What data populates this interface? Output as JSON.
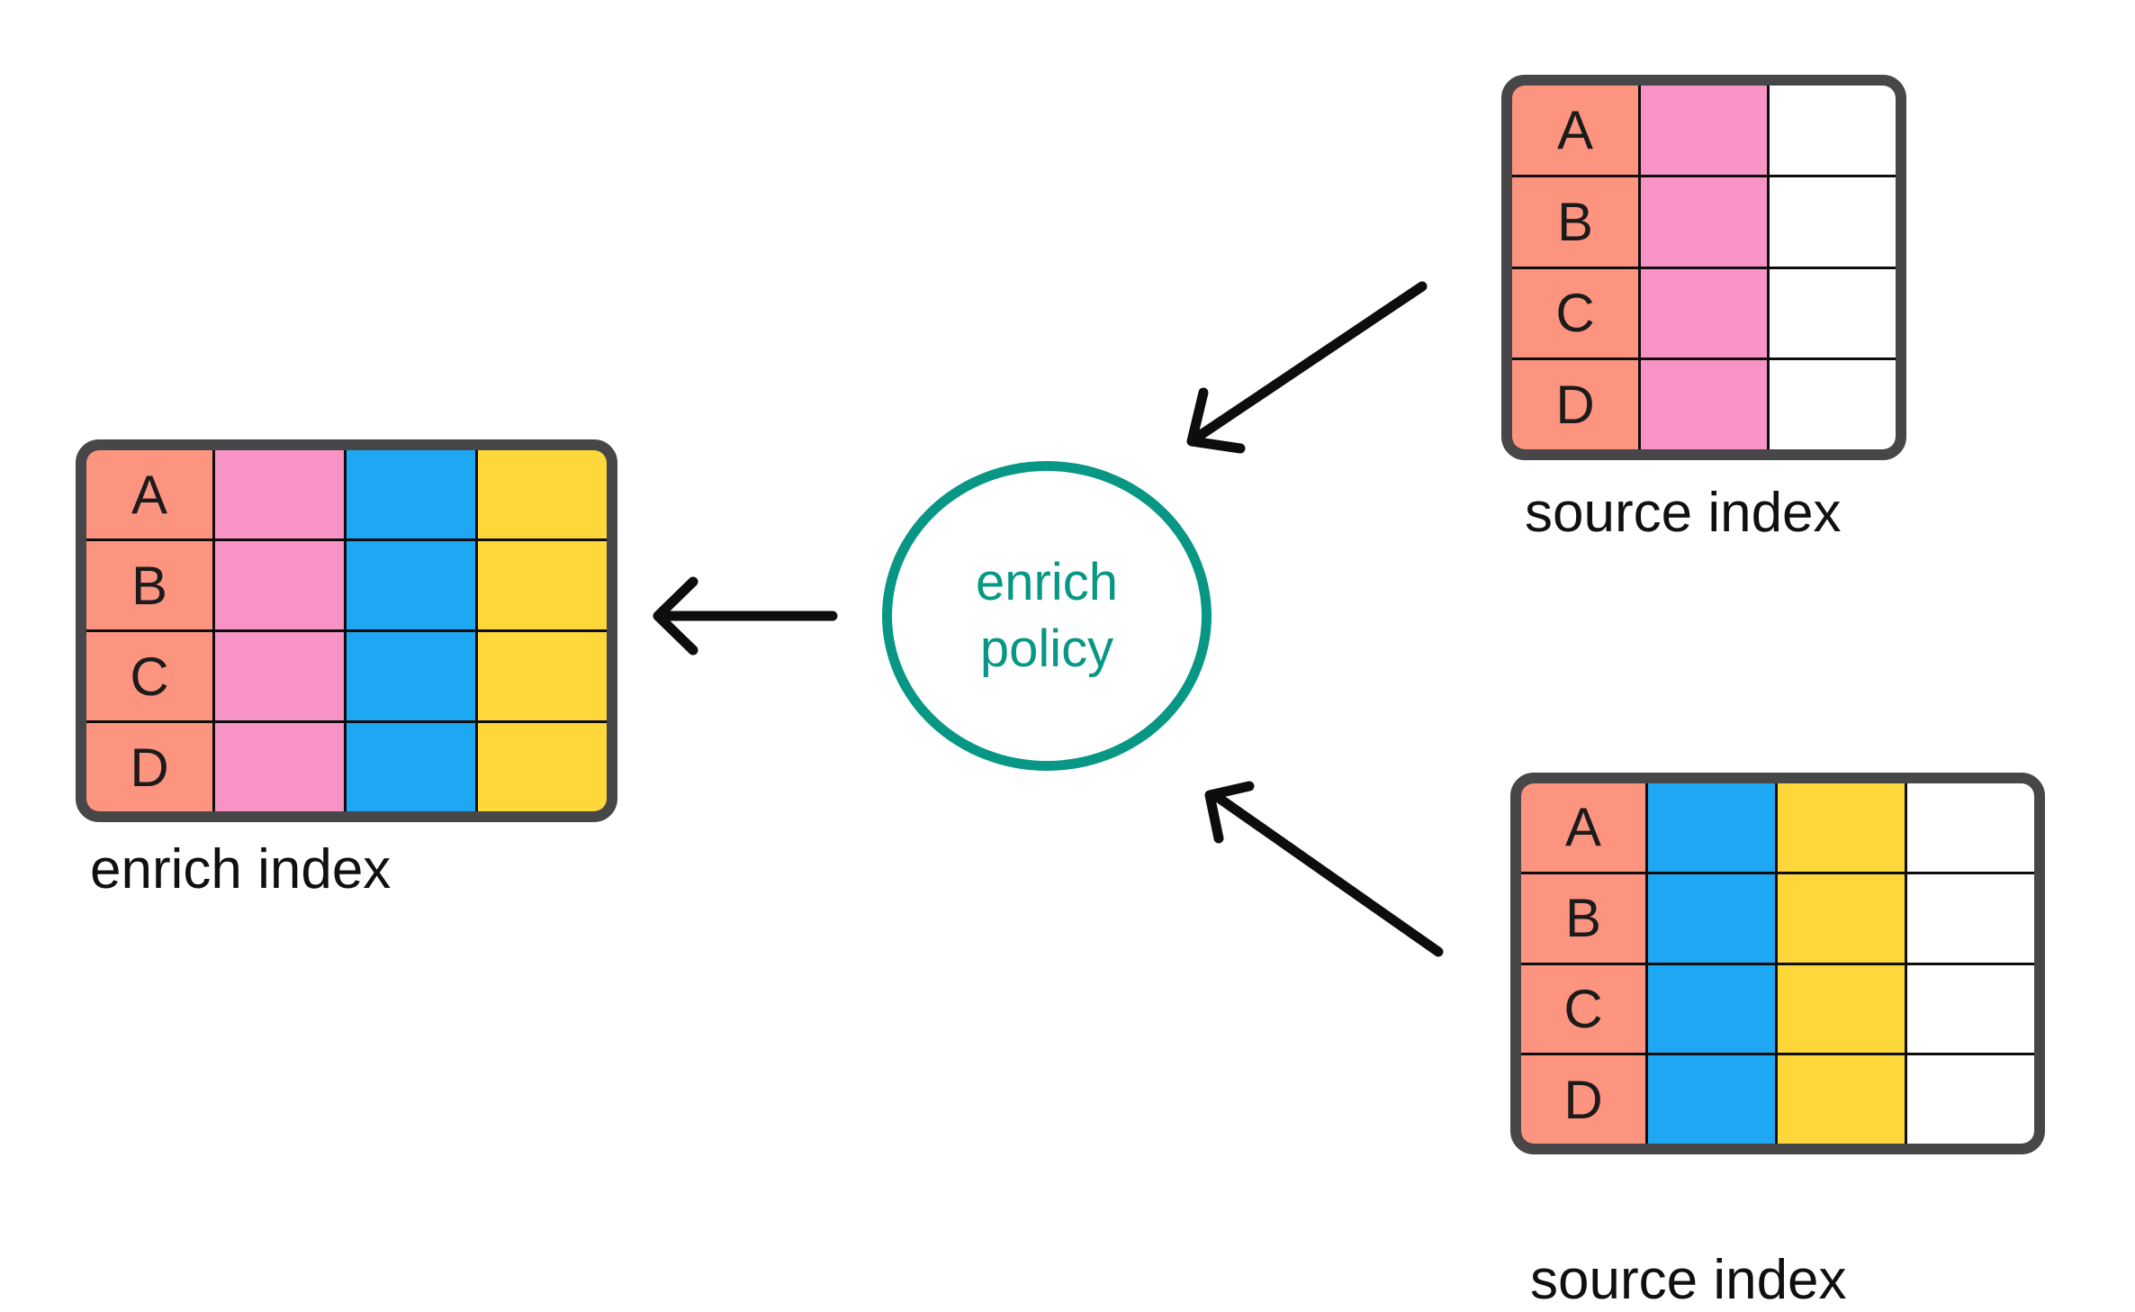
{
  "colors": {
    "background": "#ffffff",
    "salmon": "#fc9480",
    "pink": "#f893c6",
    "blue": "#1ea7f3",
    "yellow": "#fed83b",
    "white": "#ffffff",
    "teal": "#079784",
    "table-border": "#47474a",
    "grid-line": "#0d0d0d",
    "arrow": "#0d0d0d",
    "text": "#101010"
  },
  "policy": {
    "line1": "enrich",
    "line2": "policy"
  },
  "tables": {
    "enrich_index": {
      "caption": "enrich index",
      "row_labels": [
        "A",
        "B",
        "C",
        "D"
      ],
      "columns": [
        "salmon",
        "pink",
        "blue",
        "yellow"
      ]
    },
    "source_index_top": {
      "caption": "source index",
      "row_labels": [
        "A",
        "B",
        "C",
        "D"
      ],
      "columns": [
        "salmon",
        "pink",
        "white"
      ]
    },
    "source_index_bottom": {
      "caption": "source index",
      "row_labels": [
        "A",
        "B",
        "C",
        "D"
      ],
      "columns": [
        "salmon",
        "blue",
        "yellow",
        "white"
      ]
    }
  }
}
